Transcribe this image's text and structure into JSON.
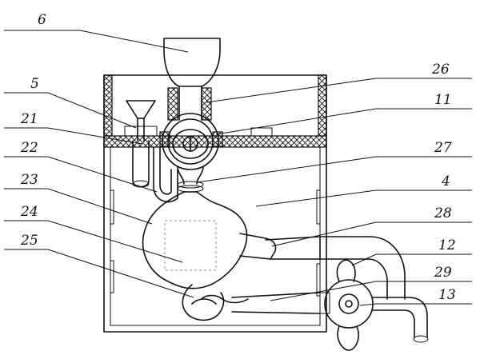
{
  "labels": {
    "l6": "6",
    "l26": "26",
    "l5": "5",
    "l11": "11",
    "l21": "21",
    "l22": "22",
    "l27": "27",
    "l23": "23",
    "l4": "4",
    "l24": "24",
    "l28": "28",
    "l25": "25",
    "l12": "12",
    "l29": "29",
    "l13": "13"
  }
}
